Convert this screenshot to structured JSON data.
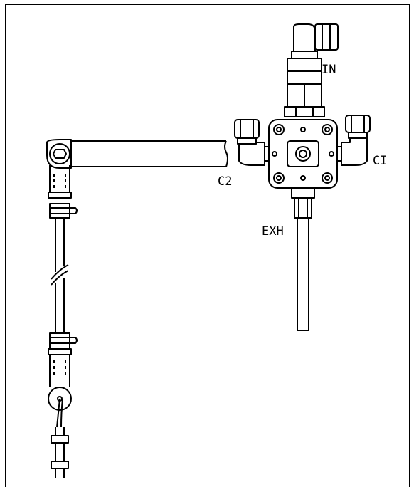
{
  "diagram": {
    "labels": {
      "in": "IN",
      "c1": "CI",
      "c2": "C2",
      "exh": "EXH"
    }
  }
}
